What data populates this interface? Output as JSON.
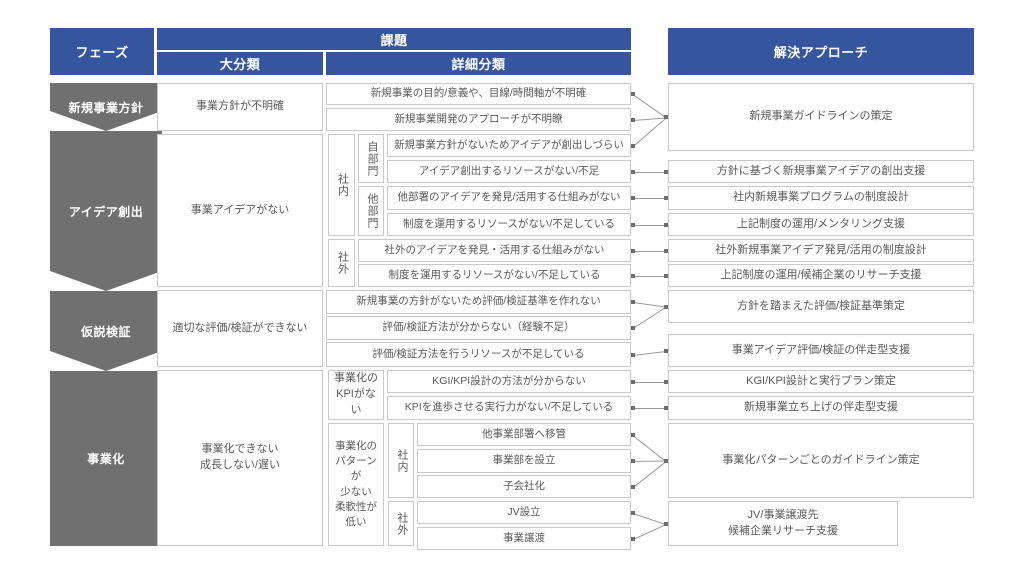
{
  "headers": {
    "phase": "フェーズ",
    "issue": "課題",
    "major": "大分類",
    "detail": "詳細分類",
    "solution": "解決アプローチ"
  },
  "phases": [
    {
      "label": "新規事業方針"
    },
    {
      "label": "アイデア創出"
    },
    {
      "label": "仮説検証"
    },
    {
      "label": "事業化"
    }
  ],
  "major_categories": [
    {
      "label": "事業方針が不明確"
    },
    {
      "label": "事業アイデアがない"
    },
    {
      "label": "適切な評価/検証ができない"
    },
    {
      "label": "事業化できない\n成長しない/遅い"
    }
  ],
  "sub_groups": [
    {
      "label": "社内"
    },
    {
      "label": "社外"
    },
    {
      "label": "自部門"
    },
    {
      "label": "他部門"
    },
    {
      "label": "事業化の\nKPIがない"
    },
    {
      "label": "事業化の\nパターンが\n少ない\n柔軟性が\n低い"
    }
  ],
  "details": [
    {
      "id": "d1",
      "text": "新規事業の目的/意義や、目線/時間軸が不明確"
    },
    {
      "id": "d2",
      "text": "新規事業開発のアプローチが不明瞭"
    },
    {
      "id": "d3",
      "text": "新規事業方針がないためアイデアが創出しづらい"
    },
    {
      "id": "d4",
      "text": "アイデア創出するリソースがない/不足"
    },
    {
      "id": "d5",
      "text": "他部署のアイデアを発見/活用する仕組みがない"
    },
    {
      "id": "d6",
      "text": "制度を運用するリソースがない/不足している"
    },
    {
      "id": "d7",
      "text": "社外のアイデアを発見・活用する仕組みがない"
    },
    {
      "id": "d8",
      "text": "制度を運用するリソースがない/不足している"
    },
    {
      "id": "d9",
      "text": "新規事業の方針がないため評価/検証基準を作れない"
    },
    {
      "id": "d10",
      "text": "評価/検証方法が分からない（経験不足）"
    },
    {
      "id": "d11",
      "text": "評価/検証方法を行うリソースが不足している"
    },
    {
      "id": "d12",
      "text": "KGI/KPI設計の方法が分からない"
    },
    {
      "id": "d13",
      "text": "KPIを進歩させる実行力がない/不足している"
    },
    {
      "id": "d14",
      "text": "他事業部署へ移管"
    },
    {
      "id": "d15",
      "text": "事業部を設立"
    },
    {
      "id": "d16",
      "text": "子会社化"
    },
    {
      "id": "d17",
      "text": "JV設立"
    },
    {
      "id": "d18",
      "text": "事業譲渡"
    }
  ],
  "solutions": [
    {
      "id": "s1",
      "text": "新規事業ガイドラインの策定"
    },
    {
      "id": "s2",
      "text": "方針に基づく新規事業アイデアの創出支援"
    },
    {
      "id": "s3",
      "text": "社内新規事業プログラムの制度設計"
    },
    {
      "id": "s4",
      "text": "上記制度の運用/メンタリング支援"
    },
    {
      "id": "s5",
      "text": "社外新規事業アイデア発見/活用の制度設計"
    },
    {
      "id": "s6",
      "text": "上記制度の運用/候補企業のリサーチ支援"
    },
    {
      "id": "s7",
      "text": "方針を踏まえた評価/検証基準策定"
    },
    {
      "id": "s8",
      "text": "事業アイデア評価/検証の伴走型支援"
    },
    {
      "id": "s9",
      "text": "KGI/KPI設計と実行プラン策定"
    },
    {
      "id": "s10",
      "text": "新規事業立ち上げの伴走型支援"
    },
    {
      "id": "s11",
      "text": "事業化パターンごとのガイドライン策定"
    },
    {
      "id": "s12",
      "text": "JV/事業譲渡先\n候補企業リサーチ支援"
    }
  ],
  "colors": {
    "header_blue": "#35559F",
    "phase_gray": "#707070",
    "border_gray": "#c9c9c9",
    "text_gray": "#5a5a5a",
    "line_gray": "#9a9a9a"
  }
}
